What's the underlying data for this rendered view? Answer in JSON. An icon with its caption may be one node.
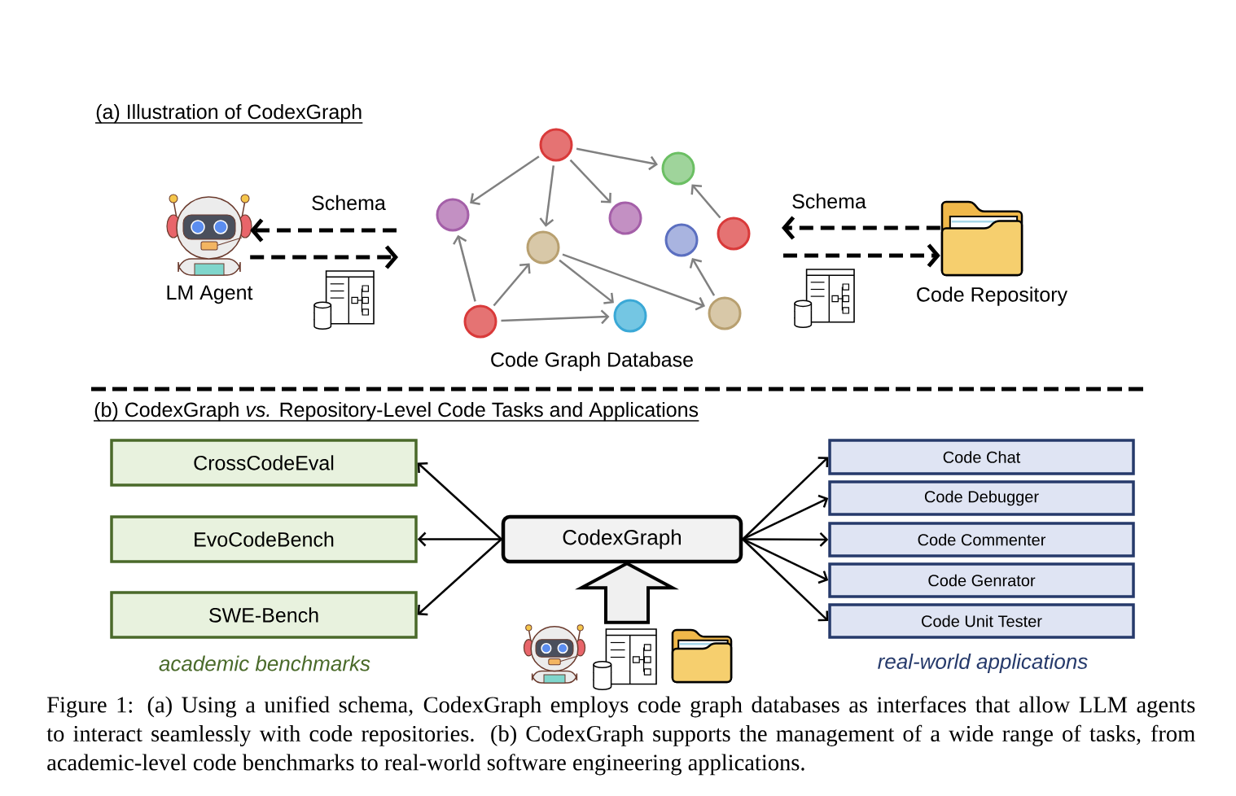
{
  "diagram": {
    "caption": "Figure 1: (a) Using a unified schema, CodexGraph employs code graph databases as interfaces that allow LLM agents to interact seamlessly with code repositories. (b) CodexGraph supports the management of a wide range of tasks, from academic-level code benchmarks to real-world software engineering applications.",
    "nodes": [
      {
        "text": [],
        "shape": "picture",
        "beside": [
          "LM Agent"
        ]
      },
      {
        "text": [],
        "shape": "circle"
      },
      {
        "text": [],
        "shape": "circle"
      },
      {
        "text": [],
        "shape": "circle"
      },
      {
        "text": [],
        "shape": "circle"
      },
      {
        "text": [],
        "shape": "circle"
      },
      {
        "text": [],
        "shape": "circle"
      },
      {
        "text": [],
        "shape": "circle"
      },
      {
        "text": [],
        "shape": "circle"
      },
      {
        "text": [],
        "shape": "circle"
      },
      {
        "text": [],
        "shape": "circle"
      },
      {
        "text": [],
        "shape": "picture",
        "beside": [
          "Code Repository"
        ]
      },
      {
        "text": [
          "CrossCodeEval"
        ]
      },
      {
        "text": [
          "EvoCodeBench"
        ]
      },
      {
        "text": [
          "SWE-Bench"
        ]
      },
      {
        "text": [
          "CodexGraph"
        ]
      },
      {
        "text": [
          "Code Chat"
        ]
      },
      {
        "text": [
          "Code Debugger"
        ]
      },
      {
        "text": [
          "Code Commenter"
        ]
      },
      {
        "text": [
          "Code Genrator"
        ]
      },
      {
        "text": [
          "Code Unit Tester"
        ]
      },
      {
        "text": [],
        "shape": "picture"
      }
    ],
    "edges": [
      {
        "from": null,
        "to": 0,
        "arrow": "to",
        "label": "Schema",
        "style": "dashed"
      },
      {
        "from": 0,
        "to": null,
        "arrow": "to",
        "style": "dashed"
      },
      {
        "from": 11,
        "to": null,
        "arrow": "to",
        "label": "Schema",
        "style": "dashed"
      },
      {
        "from": null,
        "to": 11,
        "arrow": "to",
        "style": "dashed"
      },
      {
        "from": 1,
        "to": 2,
        "arrow": "to",
        "color": "#808080"
      },
      {
        "from": 1,
        "to": 3,
        "arrow": "to",
        "color": "#808080"
      },
      {
        "from": 1,
        "to": 7,
        "arrow": "to",
        "color": "#808080"
      },
      {
        "from": 1,
        "to": 4,
        "arrow": "to",
        "color": "#808080"
      },
      {
        "from": 5,
        "to": 2,
        "arrow": "to",
        "color": "#808080"
      },
      {
        "from": 8,
        "to": 6,
        "arrow": "to",
        "color": "#808080"
      },
      {
        "from": 7,
        "to": 9,
        "arrow": "to",
        "color": "#808080"
      },
      {
        "from": 7,
        "to": 8,
        "arrow": "to",
        "color": "#808080"
      },
      {
        "from": 10,
        "to": 3,
        "arrow": "to",
        "color": "#808080"
      },
      {
        "from": 10,
        "to": 7,
        "arrow": "to",
        "color": "#808080"
      },
      {
        "from": 10,
        "to": 9,
        "arrow": "to",
        "color": "#808080"
      },
      {
        "from": 15,
        "to": 12,
        "arrow": "to"
      },
      {
        "from": 15,
        "to": 13,
        "arrow": "to"
      },
      {
        "from": 15,
        "to": 14,
        "arrow": "to"
      },
      {
        "from": 15,
        "to": 16,
        "arrow": "to"
      },
      {
        "from": 15,
        "to": 17,
        "arrow": "to"
      },
      {
        "from": 15,
        "to": 18,
        "arrow": "to"
      },
      {
        "from": 15,
        "to": 19,
        "arrow": "to"
      },
      {
        "from": 15,
        "to": 20,
        "arrow": "to"
      },
      {
        "from": 21,
        "to": 15,
        "arrow": "to",
        "style": "thick"
      }
    ],
    "labels": [
      "(a) Illustration of CodexGraph",
      "Code Graph Database",
      "(b) CodexGraph *vs.* Repository-Level Code Tasks and Applications",
      "academic benchmarks",
      "real-world applications"
    ]
  }
}
